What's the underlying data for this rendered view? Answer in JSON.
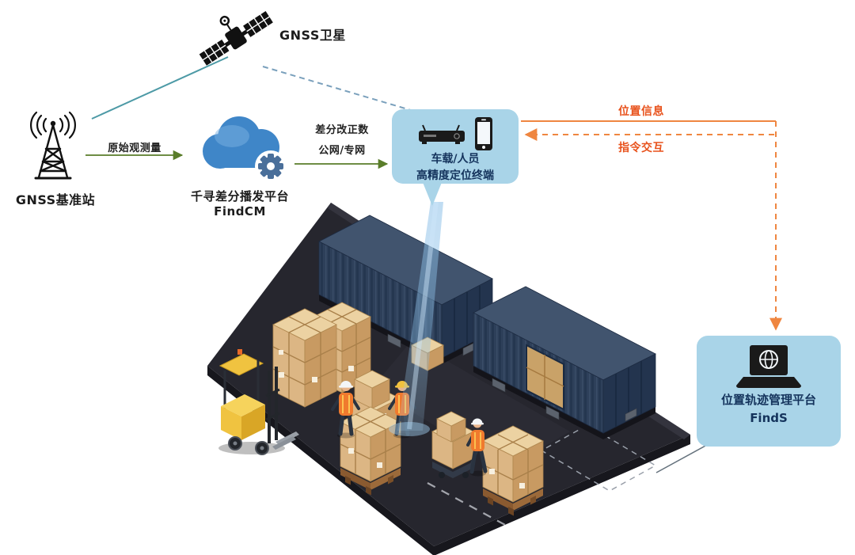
{
  "nodes": {
    "satellite": {
      "label": "GNSS卫星"
    },
    "base_station": {
      "label": "GNSS基准站"
    },
    "cloud": {
      "name": "千寻差分播发平台",
      "product": "FindCM"
    },
    "terminal": {
      "line1": "车载/人员",
      "line2": "高精度定位终端"
    },
    "platform": {
      "name": "位置轨迹管理平台",
      "product": "FindS"
    }
  },
  "edges": {
    "raw_obs": "原始观测量",
    "correction_line1": "差分改正数",
    "correction_line2": "公网/专网",
    "position_info": "位置信息",
    "command": "指令交互"
  },
  "icons": {
    "satellite": "satellite-icon",
    "base_station": "radio-tower-icon",
    "cloud": "cloud-gear-icon",
    "terminal_receiver": "receiver-icon",
    "terminal_phone": "smartphone-icon",
    "platform": "laptop-globe-icon"
  },
  "colors": {
    "bubble_blue": "#a9d4e8",
    "cloud_blue": "#3f86c8",
    "gear_blue": "#4a6f9a",
    "arrow_green": "#5a7d2a",
    "arrow_orange": "#ef8640",
    "label_orange": "#e8521c",
    "satellite_link_teal": "#4d9aa6",
    "satellite_link_dashed": "#7aa0bc",
    "container_navy": "#2e405a",
    "floor_dark": "#26262e",
    "box_tan": "#d9b382",
    "beam_blue": "#8cc0e8"
  }
}
